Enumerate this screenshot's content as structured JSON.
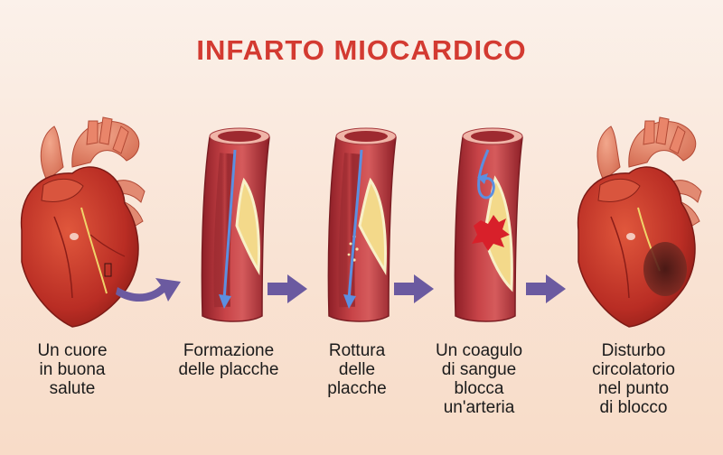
{
  "title": "INFARTO MIOCARDICO",
  "steps": [
    {
      "lines": [
        "Un cuore",
        "in buona",
        "salute"
      ]
    },
    {
      "lines": [
        "Formazione",
        "delle placche"
      ]
    },
    {
      "lines": [
        "Rottura",
        "delle",
        "placche"
      ]
    },
    {
      "lines": [
        "Un coagulo",
        "di sangue",
        "blocca",
        "un'arteria"
      ]
    },
    {
      "lines": [
        "Disturbo",
        "circolatorio",
        "nel punto",
        "di blocco"
      ]
    }
  ],
  "colors": {
    "title": "#d33a31",
    "arrow": "#6b5aa0",
    "artery_wall": "#b8373b",
    "plaque": "#f3d98a",
    "blood_flow": "#5c8fe0",
    "clot": "#d8202a"
  }
}
